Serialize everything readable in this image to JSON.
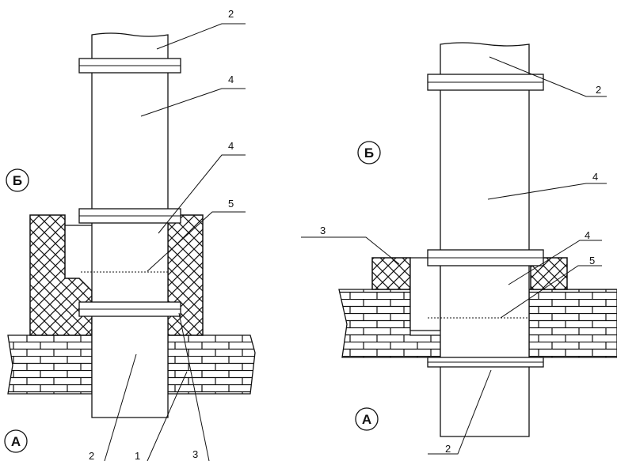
{
  "left_view": {
    "marker_a": "А",
    "marker_b": "Б",
    "callouts": {
      "top_2": "2",
      "mid_4": "4",
      "lower_4": "4",
      "c5": "5",
      "bottom_2": "2",
      "bottom_1": "1",
      "bottom_3": "3"
    }
  },
  "right_view": {
    "marker_a": "А",
    "marker_b": "Б",
    "callouts": {
      "top_2": "2",
      "mid_4": "4",
      "lower_4": "4",
      "c5": "5",
      "c3": "3",
      "bottom_2": "2"
    }
  }
}
